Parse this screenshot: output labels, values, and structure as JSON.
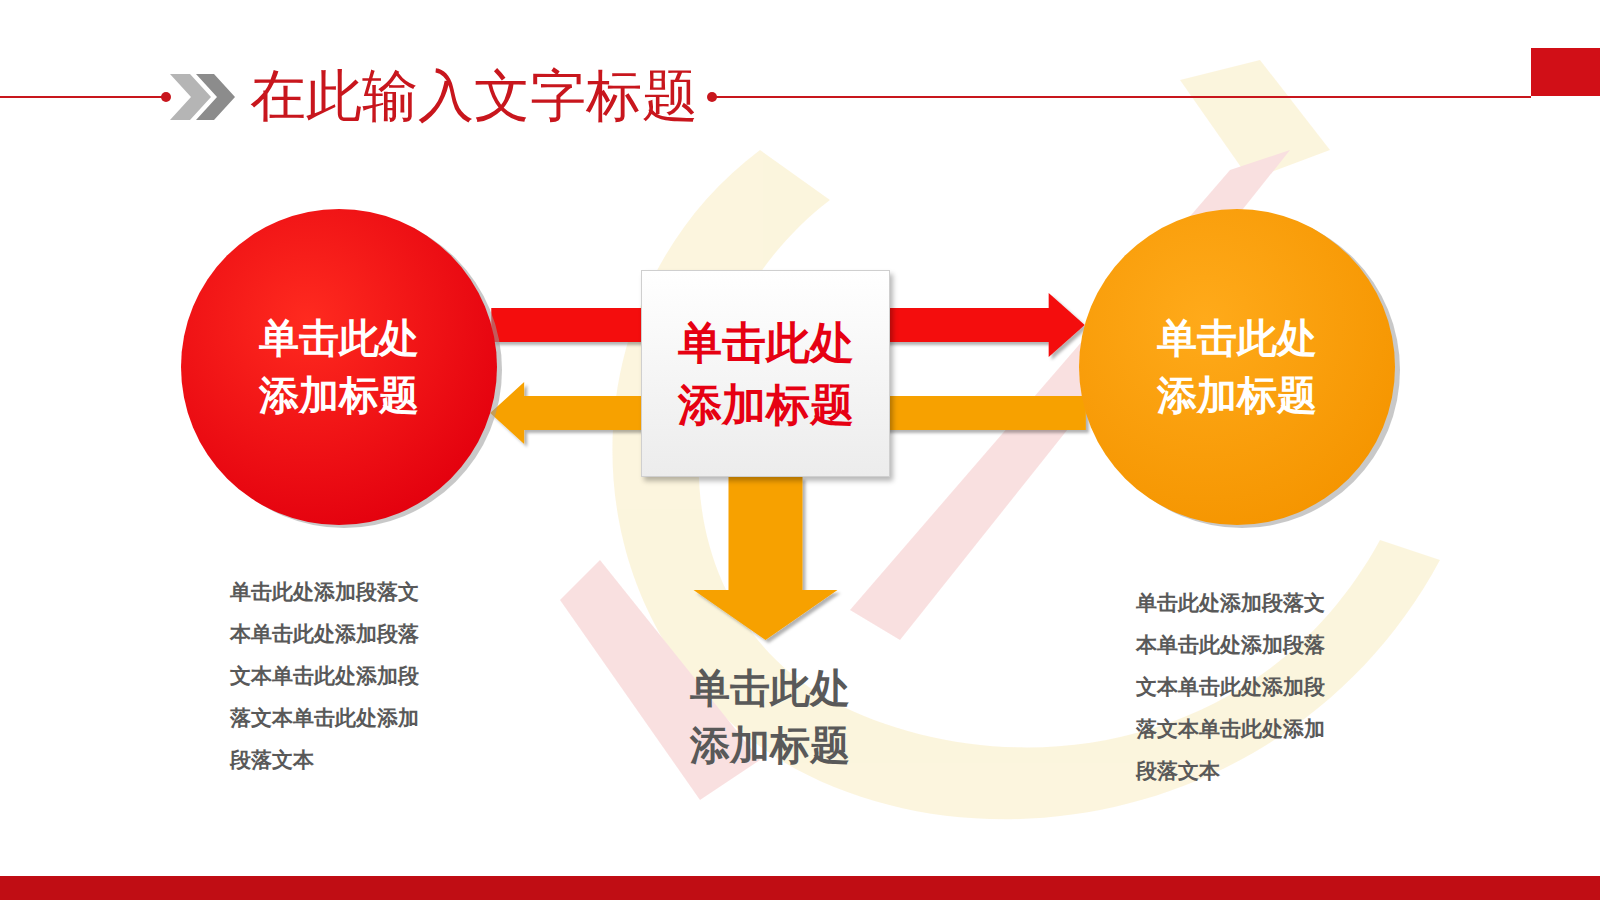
{
  "diagram": {
    "title": "在此输入文字标题",
    "nodes": [
      {
        "text": [
          "单击此处 添加标题",
          "单击此处添加段落文 本单击此处添加段落 文本单击此处添加段 落文本单击此处添加 段落文本"
        ]
      },
      {
        "text": [
          "单击此处 添加标题"
        ]
      },
      {
        "text": [
          "单击此处 添加标题",
          "单击此处添加段落文 本单击此处添加段落 文本单击此处添加段 落文本单击此处添加 段落文本"
        ]
      },
      {
        "text": [
          "单击此处 添加标题"
        ]
      }
    ],
    "edges": [
      {
        "from": 0,
        "to": 2,
        "arrow": "to"
      },
      {
        "from": 2,
        "to": 0,
        "arrow": "to"
      },
      {
        "from": 1,
        "to": 3,
        "arrow": "to"
      }
    ]
  }
}
